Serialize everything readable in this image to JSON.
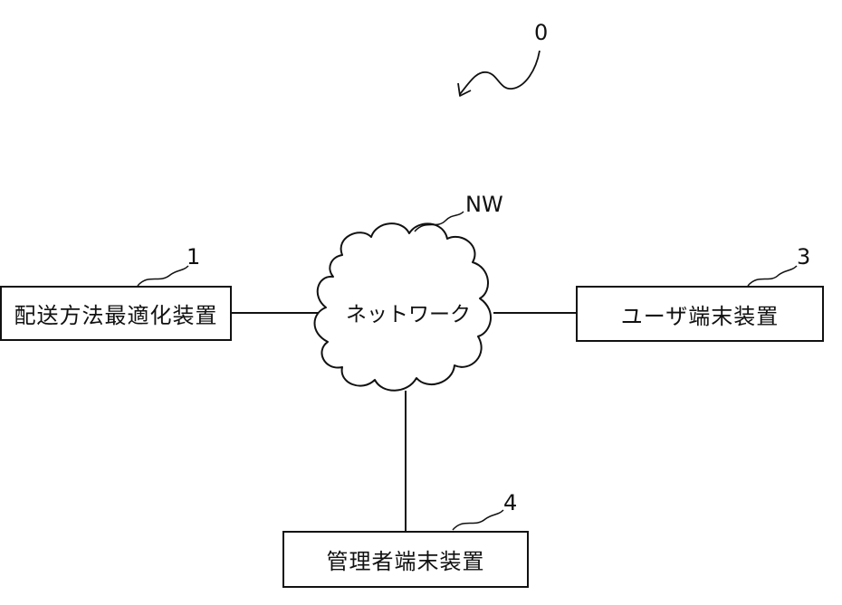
{
  "diagram": {
    "system_ref": "0",
    "network": {
      "ref": "NW",
      "label": "ネットワーク"
    },
    "nodes": [
      {
        "id": "optimizer",
        "ref": "1",
        "label": "配送方法最適化装置"
      },
      {
        "id": "user-terminal",
        "ref": "3",
        "label": "ユーザ端末装置"
      },
      {
        "id": "admin-terminal",
        "ref": "4",
        "label": "管理者端末装置"
      }
    ],
    "edges": [
      {
        "from": "optimizer",
        "to": "network"
      },
      {
        "from": "network",
        "to": "user-terminal"
      },
      {
        "from": "network",
        "to": "admin-terminal"
      }
    ]
  }
}
